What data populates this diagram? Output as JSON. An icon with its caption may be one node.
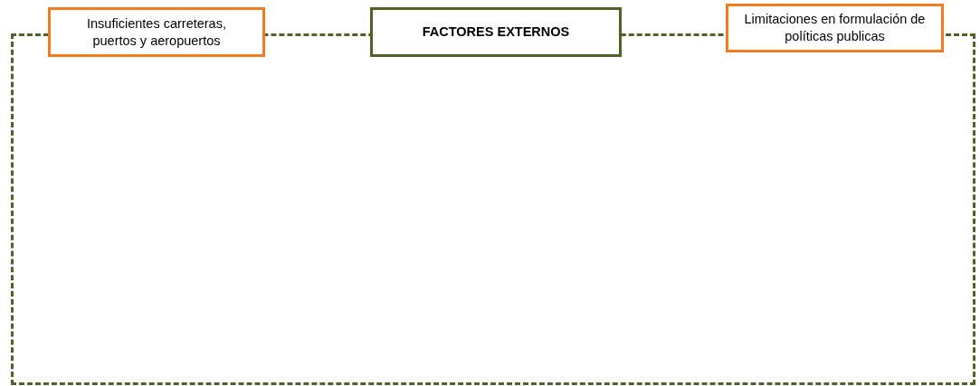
{
  "diagram": {
    "nodes": [
      {
        "text": [],
        "shape": "box"
      },
      {
        "text": [
          "Insuficientes carreteras, puertos y aeropuertos"
        ]
      },
      {
        "text": [
          "FACTORES EXTERNOS"
        ]
      },
      {
        "text": [
          "Limitaciones en formulación de políticas publicas"
        ]
      }
    ]
  }
}
